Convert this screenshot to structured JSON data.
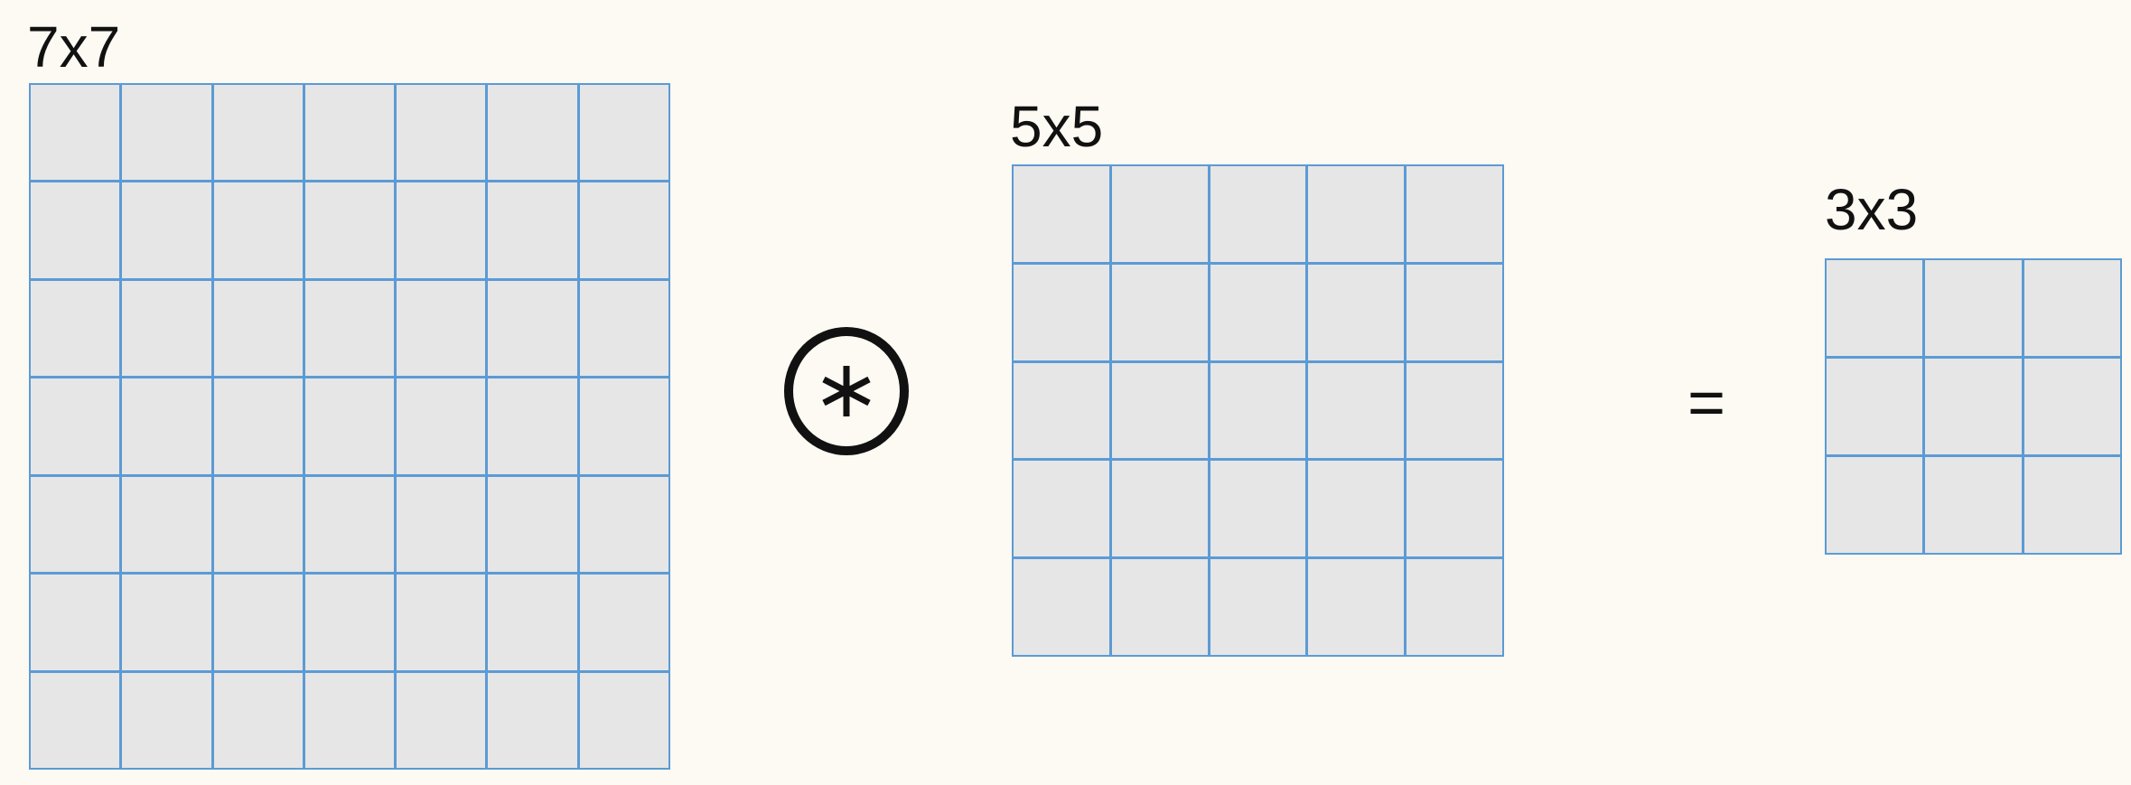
{
  "matrices": [
    {
      "label": "7x7",
      "size": 7
    },
    {
      "label": "5x5",
      "size": 5
    },
    {
      "label": "3x3",
      "size": 3
    }
  ],
  "operator_icon": "convolution-operator-icon",
  "equals_sign": "=",
  "colors": {
    "background": "#fdf9f3",
    "grid_line": "#5b9bd5",
    "cell_fill": "#e6e6e6",
    "text": "#111111"
  }
}
